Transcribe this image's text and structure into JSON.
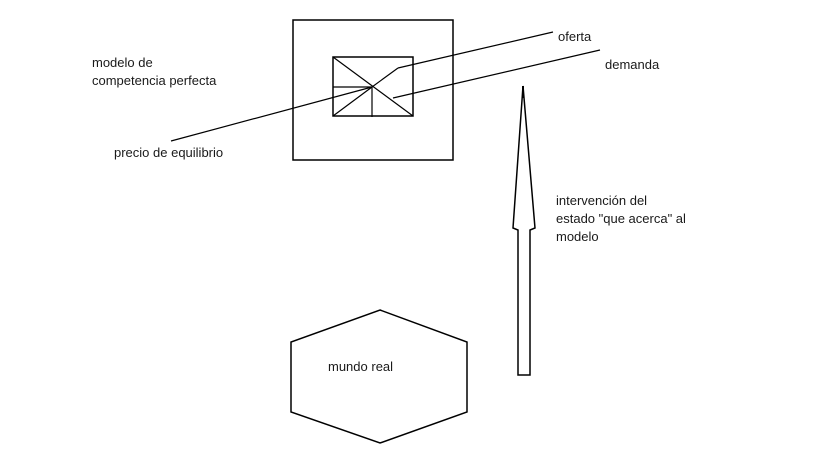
{
  "labels": {
    "model": "modelo de\ncompetencia perfecta",
    "equilibrium_price": "precio de equilibrio",
    "supply": "oferta",
    "demand": "demanda",
    "intervention": "intervención del\nestado \"que acerca\" al\nmodelo",
    "real_world": "mundo real"
  },
  "colors": {
    "stroke": "#000000",
    "text": "#1a1a1a"
  }
}
